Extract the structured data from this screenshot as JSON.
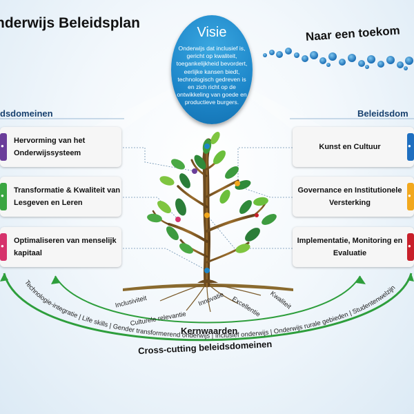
{
  "title": "nderwijs Beleidsplan",
  "future_text": "Naar een toekom",
  "visie": {
    "title": "Visie",
    "text": "Onderwijs dat inclusief is, gericht op kwaliteit, toegankelijkheid bevordert, eerlijke kansen biedt, technologisch gedreven is en zich richt op de ontwikkeling van goede en productieve burgers."
  },
  "left_header": "dsdomeinen",
  "right_header": "Beleidsdom",
  "left_domains": [
    {
      "label": "Hervorming van het Onderwijssysteem",
      "color": "#6a3d9a",
      "icon": "people-icon"
    },
    {
      "label": "Transformatie & Kwaliteit van Lesgeven en Leren",
      "color": "#3aa641",
      "icon": "quality-icon"
    },
    {
      "label": "Optimaliseren van menselijk kapitaal",
      "color": "#d6336c",
      "icon": "person-icon"
    }
  ],
  "right_domains": [
    {
      "label": "Kunst en Cultuur",
      "color": "#1f6fc0",
      "icon": "culture-icon"
    },
    {
      "label": "Governance en Institutionele Versterking",
      "color": "#f2a81d",
      "icon": "governance-icon"
    },
    {
      "label": "Implementatie, Monitoring en Evaluatie",
      "color": "#c8202a",
      "icon": "monitoring-icon"
    }
  ],
  "core_values_title": "Kernwaarden",
  "core_values": [
    "Inclusiviteit",
    "Culturele relevantie",
    "Innovatie",
    "Excellentie",
    "Kwaliteit"
  ],
  "crosscutting_title": "Cross-cutting beleidsdomeinen",
  "crosscutting_items": "Technologie-integratie | Life skills | Gender transformerend onderwijs | Inclusief onderwijs | Onderwijs rurale gebieden | Studentenwelzijn",
  "colors": {
    "primary_blue": "#1d86c9",
    "arrow_green": "#2e9e3c",
    "header_navy": "#17406e"
  }
}
